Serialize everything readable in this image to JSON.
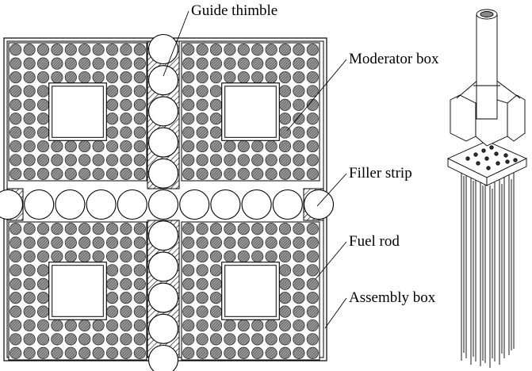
{
  "labels": {
    "guide_thimble": "Guide thimble",
    "moderator_box": "Moderator box",
    "filler_strip": "Filler strip",
    "fuel_rod": "Fuel rod",
    "assembly_box": "Assembly box"
  },
  "quadrants": [
    "top-left",
    "top-right",
    "bottom-left",
    "bottom-right"
  ],
  "fuel_rod_grid": {
    "rows": 10,
    "cols": 10
  },
  "moderator_box_cells": {
    "rows": 4,
    "cols": 4
  },
  "guide_thimbles": {
    "vertical_count": 11,
    "horizontal_count": 11
  },
  "colors": {
    "line": "#000000",
    "rod_fill": "#7a7a7a",
    "background": "#ffffff"
  },
  "icons": [
    "fuel-assembly-3d-icon"
  ]
}
